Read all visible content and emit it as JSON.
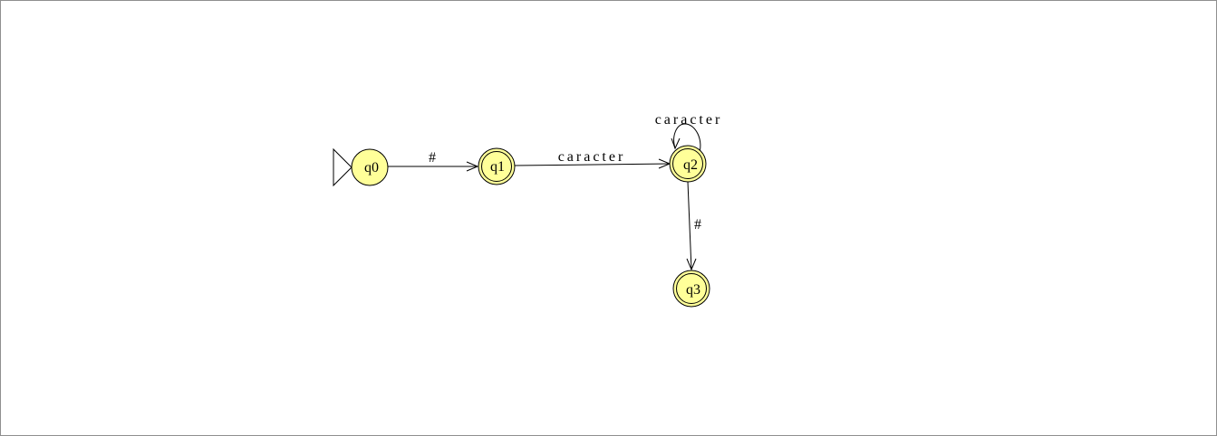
{
  "diagram": {
    "states": [
      {
        "id": "q0",
        "label": "q0",
        "initial": true,
        "final": false
      },
      {
        "id": "q1",
        "label": "q1",
        "initial": false,
        "final": true
      },
      {
        "id": "q2",
        "label": "q2",
        "initial": false,
        "final": true
      },
      {
        "id": "q3",
        "label": "q3",
        "initial": false,
        "final": true
      }
    ],
    "transitions": [
      {
        "from": "q0",
        "to": "q1",
        "label": "#"
      },
      {
        "from": "q1",
        "to": "q2",
        "label": "caracter"
      },
      {
        "from": "q2",
        "to": "q2",
        "label": "caracter"
      },
      {
        "from": "q2",
        "to": "q3",
        "label": "#"
      }
    ],
    "colors": {
      "state_fill": "#ffff99",
      "stroke": "#000000",
      "border": "#8f8f8f"
    }
  }
}
